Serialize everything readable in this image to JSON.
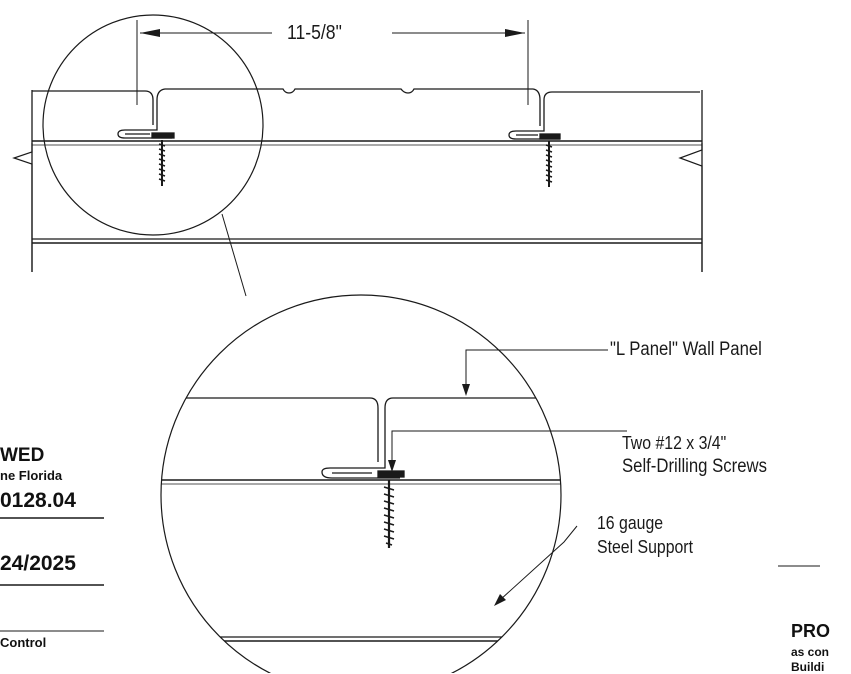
{
  "dimension": {
    "label": "11-5/8\""
  },
  "callouts": {
    "wall_panel": "\"L Panel\"  Wall Panel",
    "screws_line1": "Two #12 x 3/4\"",
    "screws_line2": "Self-Drilling Screws",
    "support_line1": "16 gauge",
    "support_line2": "Steel Support"
  },
  "stamp_left": {
    "title": "WED",
    "subtitle": "ne Florida",
    "number": "0128.04",
    "date": "24/2025",
    "footer": "Control"
  },
  "stamp_right": {
    "title": "PRO",
    "line1": "as con",
    "line2": "Buildi"
  },
  "colors": {
    "ink": "#1a1a1a",
    "paper": "#ffffff"
  }
}
